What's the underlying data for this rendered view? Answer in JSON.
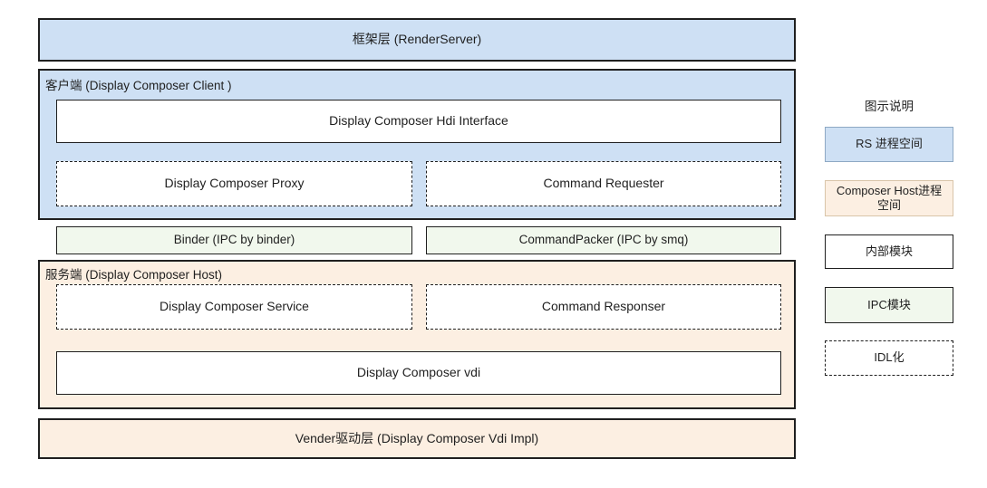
{
  "colors": {
    "blue_fill": "#cee0f4",
    "orange_fill": "#fcefe2",
    "green_fill": "#f1f8ed",
    "border_dark": "#1f1f1f",
    "legend_blue_border": "#8ea9c4",
    "legend_orange_border": "#d9c5a9"
  },
  "diagram": {
    "framework_layer": "框架层 (RenderServer)",
    "client": {
      "label": "客户端 (Display Composer Client )",
      "hdi_interface": "Display Composer Hdi Interface",
      "proxy": "Display Composer Proxy",
      "command_requester": "Command Requester"
    },
    "ipc": {
      "binder": "Binder (IPC by binder)",
      "command_packer": "CommandPacker (IPC by smq)"
    },
    "host": {
      "label": "服务端 (Display Composer Host)",
      "service": "Display Composer Service",
      "command_responser": "Command Responser",
      "vdi": "Display Composer vdi"
    },
    "vendor_layer": "Vender驱动层 (Display Composer Vdi Impl)"
  },
  "legend": {
    "title": "图示说明",
    "items": [
      {
        "label": "RS 进程空间"
      },
      {
        "label": "Composer Host进程空间"
      },
      {
        "label": "内部模块"
      },
      {
        "label": "IPC模块"
      },
      {
        "label": "IDL化"
      }
    ]
  }
}
